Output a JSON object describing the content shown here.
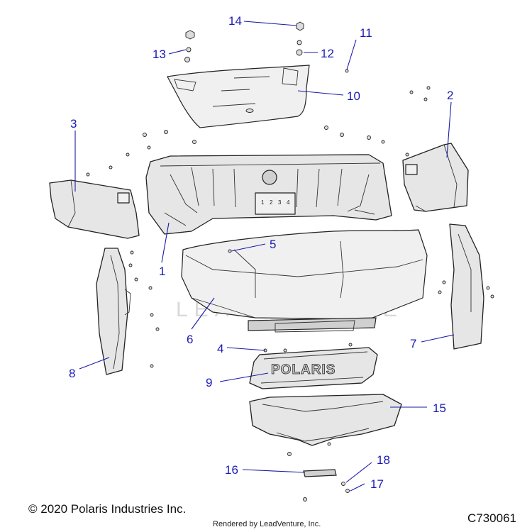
{
  "callouts": [
    "1",
    "2",
    "3",
    "4",
    "5",
    "6",
    "7",
    "8",
    "9",
    "10",
    "11",
    "12",
    "13",
    "14",
    "15",
    "16",
    "17",
    "18"
  ],
  "watermark": "LEADVENTURE",
  "grille_logo": "POLARIS",
  "plate_digits": [
    "1",
    "2",
    "3",
    "4"
  ],
  "footer": {
    "copyright": "© 2020 Polaris Industries Inc.",
    "diagram_code": "C730061",
    "rendered_by": "Rendered by LeadVenture, Inc."
  },
  "colors": {
    "callout": "#1a1ab8",
    "line": "#222222",
    "fill": "#e6e6e6"
  }
}
